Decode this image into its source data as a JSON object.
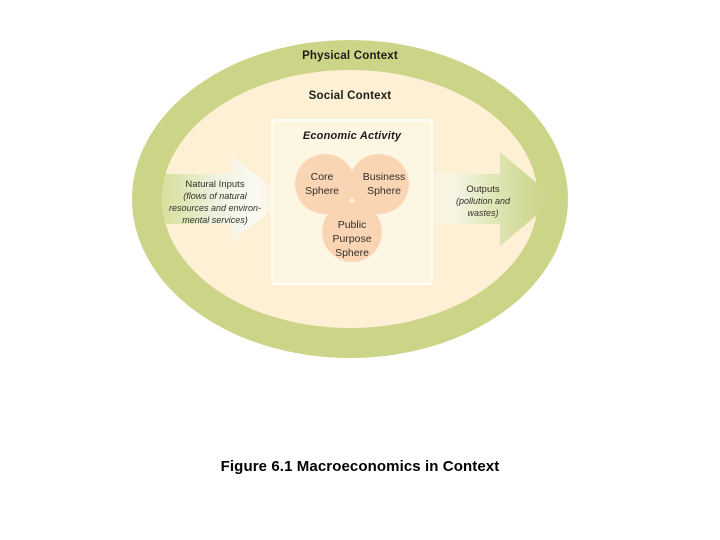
{
  "figure": {
    "caption": "Figure 6.1 Macroeconomics in Context"
  },
  "diagram": {
    "outer_ring": {
      "label": "Physical Context",
      "color": "#ccd487"
    },
    "inner_ellipse": {
      "label": "Social Context",
      "color": "#fdf0d5"
    },
    "economic_box": {
      "label": "Economic Activity",
      "color": "#fdf6e3"
    },
    "spheres": [
      {
        "id": "core",
        "line1": "Core",
        "line2": "Sphere",
        "color": "#fad5b4"
      },
      {
        "id": "business",
        "line1": "Business",
        "line2": "Sphere",
        "color": "#fad5b4"
      },
      {
        "id": "public-purpose",
        "line1": "Public",
        "line2": "Purpose",
        "line3": "Sphere",
        "color": "#fad5b4"
      }
    ],
    "overlap_color": "#f0a868",
    "inputs_arrow": {
      "title": "Natural Inputs",
      "detail_line1": "(flows of natural",
      "detail_line2": "resources and environ-",
      "detail_line3": "mental services)",
      "direction": "right"
    },
    "outputs_arrow": {
      "title": "Outputs",
      "detail_line1": "(pollution and",
      "detail_line2": "wastes)",
      "direction": "right"
    }
  }
}
